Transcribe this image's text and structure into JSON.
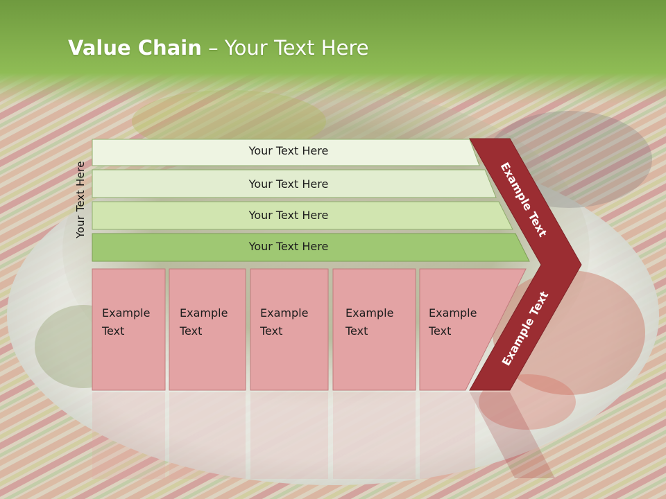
{
  "title": {
    "bold": "Value Chain",
    "rest": " – Your Text Here"
  },
  "side_label": "Your Text Here",
  "rows": [
    {
      "label": "Your Text Here"
    },
    {
      "label": "Your Text Here"
    },
    {
      "label": "Your Text Here"
    },
    {
      "label": "Your Text Here"
    }
  ],
  "boxes": [
    {
      "line1": "Example",
      "line2": "Text"
    },
    {
      "line1": "Example",
      "line2": "Text"
    },
    {
      "line1": "Example",
      "line2": "Text"
    },
    {
      "line1": "Example",
      "line2": "Text"
    },
    {
      "line1": "Example",
      "line2": "Text"
    }
  ],
  "arrow": {
    "upper": "Example Text",
    "lower": "Example Text"
  },
  "colors": {
    "header_green": "#8ab752",
    "row_fills": [
      "#eef4e2",
      "#e2edd0",
      "#d1e5b0",
      "#9fc873"
    ],
    "box_fill": "#e3a3a4",
    "arrow_red": "#9b2d32"
  }
}
